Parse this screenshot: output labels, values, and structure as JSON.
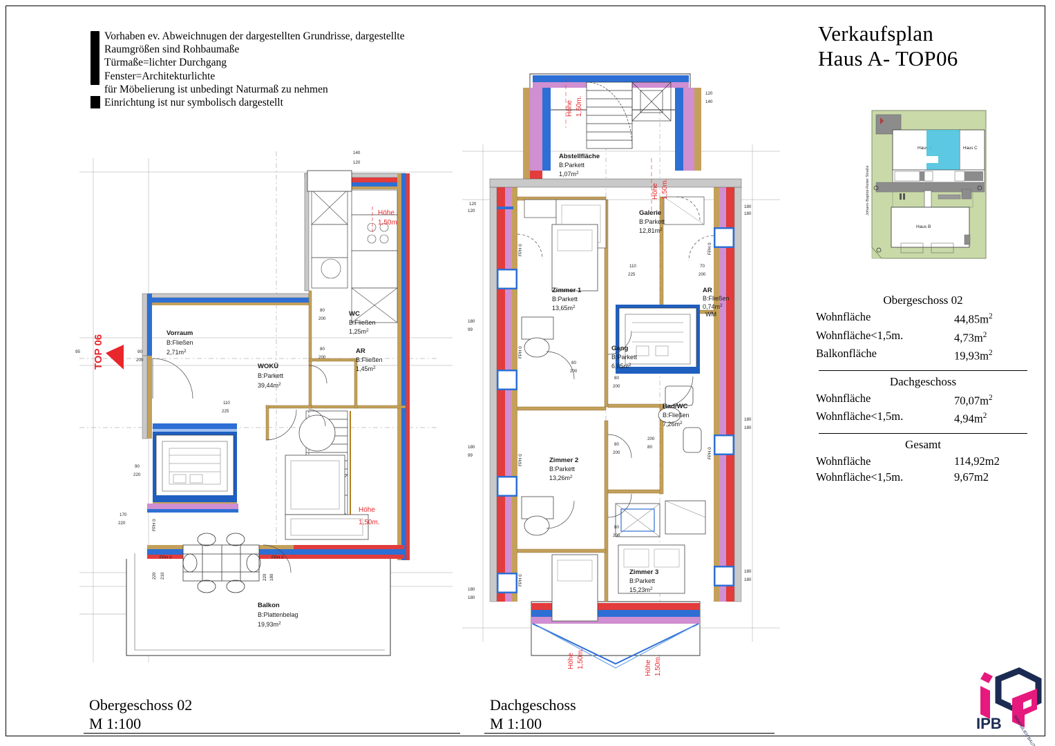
{
  "sheet": {
    "title_line1": "Verkaufsplan",
    "title_line2": "Haus A- TOP06",
    "unit_marker": "TOP 06"
  },
  "notes": {
    "icon": "exclamation-mark",
    "text": "Vorhaben ev. Abweichnugen der dargestellten Grundrisse, dargestellte\nRaumgrößen sind Rohbaumaße\nTürmaße=lichter Durchgang\nFenster=Architekturlichte\nfür Möbelierung ist unbedingt Naturmaß zu nehmen\nEinrichtung ist nur symbolisch dargestellt"
  },
  "siteplan": {
    "street_label": "Johann-Baptist-Reiter Straße",
    "buildings": [
      {
        "label": "Haus A"
      },
      {
        "label": "Haus C"
      },
      {
        "label": "Haus B"
      }
    ],
    "colors": {
      "site": "#c9d9a8",
      "highlight": "#4ec3e0",
      "building": "#ffffff",
      "paving": "#8c8c8c"
    }
  },
  "areas": {
    "sections": [
      {
        "title": "Obergeschoss 02",
        "rows": [
          {
            "label": "Wohnfläche",
            "value": "44,85m",
            "unit": "2"
          },
          {
            "label": "Wohnfläche<1,5m.",
            "value": "4,73m",
            "unit": "2"
          },
          {
            "label": "Balkonfläche",
            "value": "19,93m",
            "unit": "2"
          }
        ]
      },
      {
        "title": "Dachgeschoss",
        "rows": [
          {
            "label": "Wohnfläche",
            "value": "70,07m",
            "unit": "2"
          },
          {
            "label": "Wohnfläche<1,5m.",
            "value": "4,94m",
            "unit": "2"
          }
        ]
      },
      {
        "title": "Gesamt",
        "rows": [
          {
            "label": "Wohnfläche",
            "value": "114,92m2",
            "unit": ""
          },
          {
            "label": "Wohnfläche<1,5m.",
            "value": "9,67m2",
            "unit": ""
          }
        ]
      }
    ]
  },
  "captions": {
    "left": {
      "floor": "Obergeschoss 02",
      "scale": "M 1:100"
    },
    "right": {
      "floor": "Dachgeschoss",
      "scale": "M 1:100"
    }
  },
  "floor_og02": {
    "rooms": [
      {
        "name": "Vorraum",
        "finish": "B:Fließen",
        "area": "2,71m",
        "unit": "2"
      },
      {
        "name": "WOKÜ",
        "finish": "B:Parkett",
        "area": "39,44m",
        "unit": "2"
      },
      {
        "name": "WC",
        "finish": "B:Fließen",
        "area": "1,25m",
        "unit": "2"
      },
      {
        "name": "AR",
        "finish": "B:Fließen",
        "area": "1,45m",
        "unit": "2"
      },
      {
        "name": "Balkon",
        "finish": "B:Plattenbelag",
        "area": "19,93m",
        "unit": "2"
      }
    ],
    "height_notes": [
      {
        "line1": "Höhe",
        "line2": "1,50m"
      },
      {
        "line1": "Höhe",
        "line2": "1,50m."
      }
    ],
    "dims": [
      "140",
      "120",
      "80",
      "200",
      "80",
      "200",
      "90",
      "200",
      "110",
      "225",
      "90",
      "220",
      "170",
      "220",
      "FPH 0",
      "FPH 0",
      "FPH 0",
      "220",
      "210",
      "220",
      "180",
      "95"
    ]
  },
  "floor_dg": {
    "rooms": [
      {
        "name": "Abstellfläche",
        "finish": "B:Parkett",
        "area": "1,07m",
        "unit": "2"
      },
      {
        "name": "Galerie",
        "finish": "B:Parkett",
        "area": "12,81m",
        "unit": "2"
      },
      {
        "name": "Zimmer 1",
        "finish": "B:Parkett",
        "area": "13,65m",
        "unit": "2"
      },
      {
        "name": "Gang",
        "finish": "B:Parkett",
        "area": "6,05m",
        "unit": "2"
      },
      {
        "name": "AR",
        "finish": "B:Fließen",
        "area": "0,74m",
        "unit": "2",
        "extra": "WM"
      },
      {
        "name": "Bad/WC",
        "finish": "B:Fließen",
        "area": "7,26m",
        "unit": "2"
      },
      {
        "name": "Zimmer 2",
        "finish": "B:Parkett",
        "area": "13,26m",
        "unit": "2"
      },
      {
        "name": "Zimmer 3",
        "finish": "B:Parkett",
        "area": "15,23m",
        "unit": "2"
      }
    ],
    "height_notes": [
      {
        "line1": "Höhe",
        "line2": "1,50m."
      },
      {
        "line1": "Höhe",
        "line2": "1,50m."
      },
      {
        "line1": "Höhe",
        "line2": "1,50m."
      },
      {
        "line1": "Höhe",
        "line2": "1,50m."
      }
    ],
    "dims": [
      "120",
      "140",
      "180",
      "180",
      "110",
      "225",
      "70",
      "200",
      "120",
      "120",
      "180",
      "99",
      "180",
      "99",
      "180",
      "180",
      "80",
      "200",
      "80",
      "200",
      "80",
      "200",
      "80",
      "200",
      "200",
      "80",
      "180",
      "180",
      "FPH 0",
      "FPH 0",
      "FPH 0",
      "FPH 0",
      "FPH 0",
      "FPH 0"
    ]
  },
  "logo": {
    "name": "IPB",
    "tagline": "IMMOBILIEN BAUTRÄGER",
    "colors": {
      "pink": "#e6197d",
      "navy": "#1b2a52"
    }
  }
}
